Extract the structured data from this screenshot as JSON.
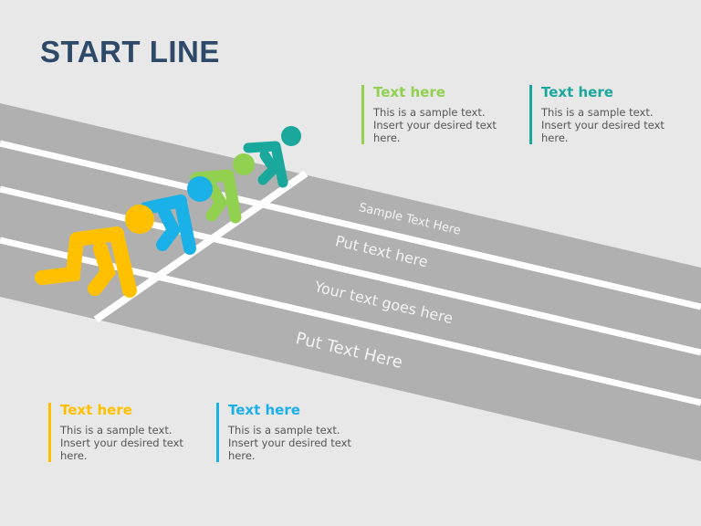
{
  "title": "START LINE",
  "lanes": [
    "Sample Text Here",
    "Put text here",
    "Your text goes here",
    "Put Text Here"
  ],
  "boxes": [
    {
      "heading": "Text here",
      "body": "This is a sample text. Insert your desired text here.",
      "color": "#92d050"
    },
    {
      "heading": "Text here",
      "body": "This is a sample text. Insert your desired text here.",
      "color": "#1aa89c"
    },
    {
      "heading": "Text here",
      "body": "This is a sample text. Insert your desired text here.",
      "color": "#ffc000"
    },
    {
      "heading": "Text here",
      "body": "This is a sample text. Insert your desired text here.",
      "color": "#1ab0e8"
    }
  ],
  "runner_colors": [
    "#ffc000",
    "#1ab0e8",
    "#92d050",
    "#1aa89c"
  ]
}
